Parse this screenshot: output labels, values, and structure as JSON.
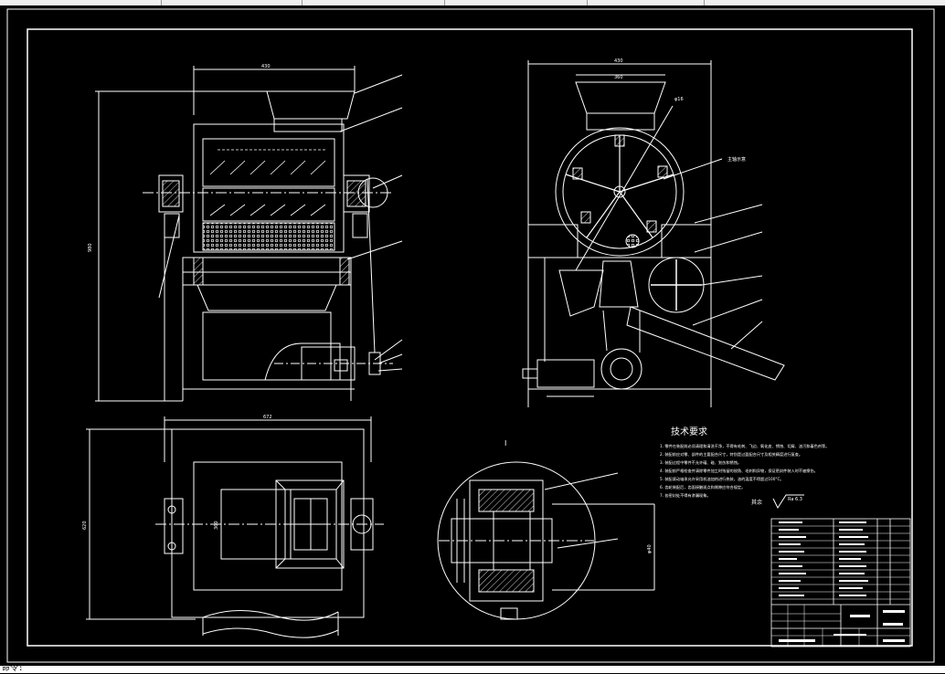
{
  "app": {
    "command_prompt": "命令:"
  },
  "drawing": {
    "tech_requirements": {
      "title": "技术要求",
      "lines": [
        "1. 零件在装配前必须清理和清洗干净，不得有毛刺、飞边、氧化皮、锈蚀、切屑、油污和着色剂等。",
        "2. 装配前应对零、部件的主要配合尺寸，特别是过盈配合尺寸及相关精度进行复查。",
        "3. 装配过程中零件不允许磕、碰、划伤和锈蚀。",
        "4. 装配前严格检查并清除零件加工时残留的锐角、毛刺和异物，保证密封件装入时不被擦伤。",
        "5. 装配滚动轴承允许采用机油加热进行热装，油的温度不得超过100°C。",
        "6. 齿轮装配后，齿面接触斑点和侧隙应符合规定。",
        "7. 各密封处不得有渗漏现象。"
      ]
    },
    "roughness_note": "其余",
    "roughness_value": "Ra 6.3",
    "section_label": "I",
    "dims": {
      "front_top": "430",
      "front_height": "980",
      "side_top": "430",
      "side_inner": "360",
      "plan_width": "672",
      "plan_depth": "620",
      "plan_inner": "360",
      "detail_dim": "φ40",
      "hopper_note": "φ16",
      "label_main": "主轴示意"
    }
  }
}
